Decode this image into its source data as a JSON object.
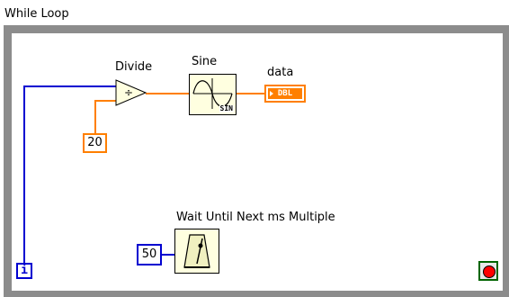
{
  "loop": {
    "label": "While Loop"
  },
  "divide": {
    "label": "Divide",
    "symbol": "÷"
  },
  "sine": {
    "label": "Sine",
    "tag": "SIN"
  },
  "constant_20": {
    "value": "20"
  },
  "indicator": {
    "label": "data",
    "type": "DBL"
  },
  "wait": {
    "label": "Wait Until Next ms Multiple"
  },
  "constant_50": {
    "value": "50"
  },
  "iteration": {
    "label": "i"
  },
  "colors": {
    "loop_frame": "#8c8c8c",
    "integer_wire": "#0000d0",
    "double_wire": "#ff7f00",
    "node_fill": "#ffffe0",
    "stop_green": "#006400",
    "stop_red": "#ff0000"
  }
}
